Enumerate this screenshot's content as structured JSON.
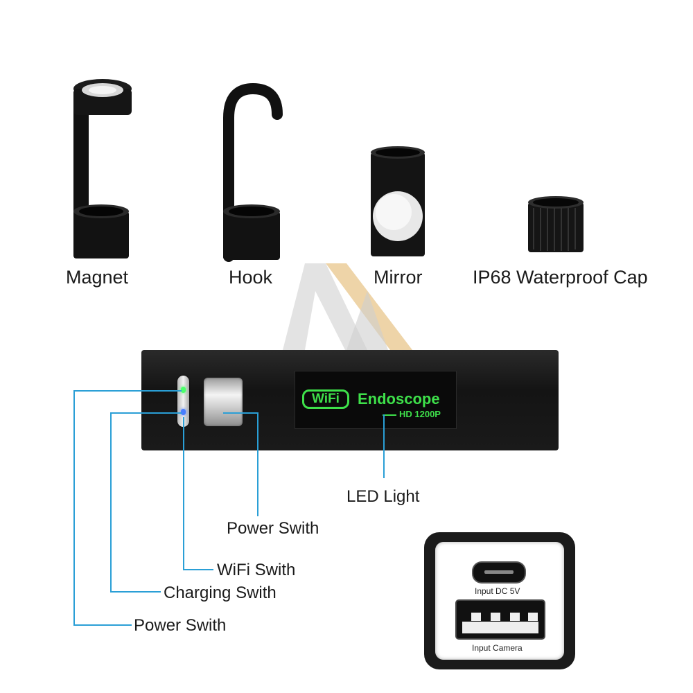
{
  "accessories": {
    "magnet": "Magnet",
    "hook": "Hook",
    "mirror": "Mirror",
    "cap": "IP68 Waterproof Cap"
  },
  "device": {
    "wifi_badge": "WiFi",
    "brand_text": "Endoscope",
    "resolution_text": "HD 1200P"
  },
  "callouts": {
    "led_light": "LED Light",
    "power_switch_button": "Power Swith",
    "wifi_switch": "WiFi Swith",
    "charging_switch": "Charging Swith",
    "power_switch_indicator": "Power Swith"
  },
  "ports": {
    "micro_usb": "Input DC 5V",
    "usb_a": "Input Camera"
  },
  "colors": {
    "callout_line": "#2a9fd6",
    "device_body": "#1b1b1b",
    "display_green": "#3ee04a",
    "led_green": "#4cff6a",
    "led_blue": "#4a7dff"
  }
}
